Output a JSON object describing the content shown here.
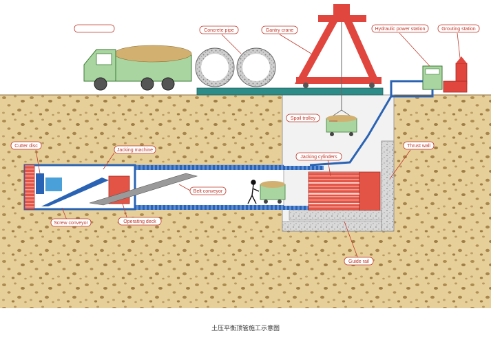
{
  "labels": {
    "truck": "",
    "concrete_pipe": "Concrete pipe",
    "gantry_crane": "Gantry crane",
    "hydraulic_station": "Hydraulic power station",
    "grouting_station": "Grouting station",
    "spoil_trolley": "Spoil trolley",
    "cutter_disc": "Cutter disc",
    "jacking_machine": "Jacking machine",
    "thrust_wall": "Thrust wall",
    "jacking_cylinders": "Jacking cylinders",
    "belt_conveyor": "Belt conveyor",
    "screw_conveyor": "Screw conveyor",
    "operating_deck": "Operating deck",
    "guide_rail": "Guide rail"
  },
  "caption": "土压平衡顶管施工示意图",
  "colors": {
    "soil": "#e7cf9a",
    "sky": "#ffffff",
    "label_border": "#c0392b",
    "crane": "#e0463d",
    "pipe_blue": "#2a63b3",
    "truck_green": "#a8d5a0",
    "shaft_grey": "#e9e9e9"
  }
}
